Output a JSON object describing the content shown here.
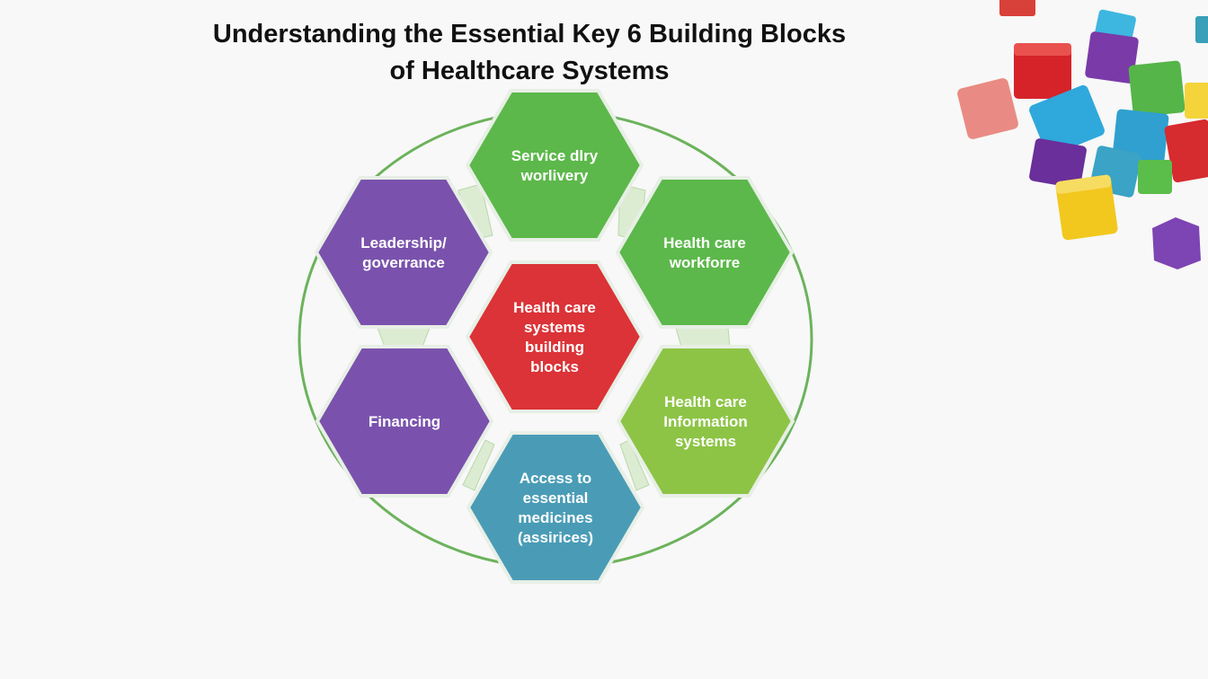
{
  "title": {
    "line1": "Understanding the Essential Key 6 Building Blocks",
    "line2": "of Healthcare Systems"
  },
  "colors": {
    "green": "#5cb84a",
    "purple": "#7a52ad",
    "red": "#db3337",
    "teal": "#4a9cb6",
    "light_green": "#8dc446",
    "ring": "#6cb25c"
  },
  "center_block": {
    "lines": [
      "Health care",
      "systems",
      "building",
      "blocks"
    ]
  },
  "blocks": [
    {
      "id": "service-delivery",
      "lines": [
        "Service dlry",
        "worlivery"
      ]
    },
    {
      "id": "health-care-workforce",
      "lines": [
        "Health care",
        "workforre"
      ]
    },
    {
      "id": "health-care-information-systems",
      "lines": [
        "Health care",
        "Information",
        "systems"
      ]
    },
    {
      "id": "access-to-essential-medicines",
      "lines": [
        "Access to",
        "essential",
        "medicines",
        "(assirices)"
      ]
    },
    {
      "id": "financing",
      "lines": [
        "Financing"
      ]
    },
    {
      "id": "leadership-governance",
      "lines": [
        "Leadership/",
        "goverrance"
      ]
    }
  ],
  "decoration": {
    "cubes_icon": "colorful-building-blocks-icon"
  }
}
